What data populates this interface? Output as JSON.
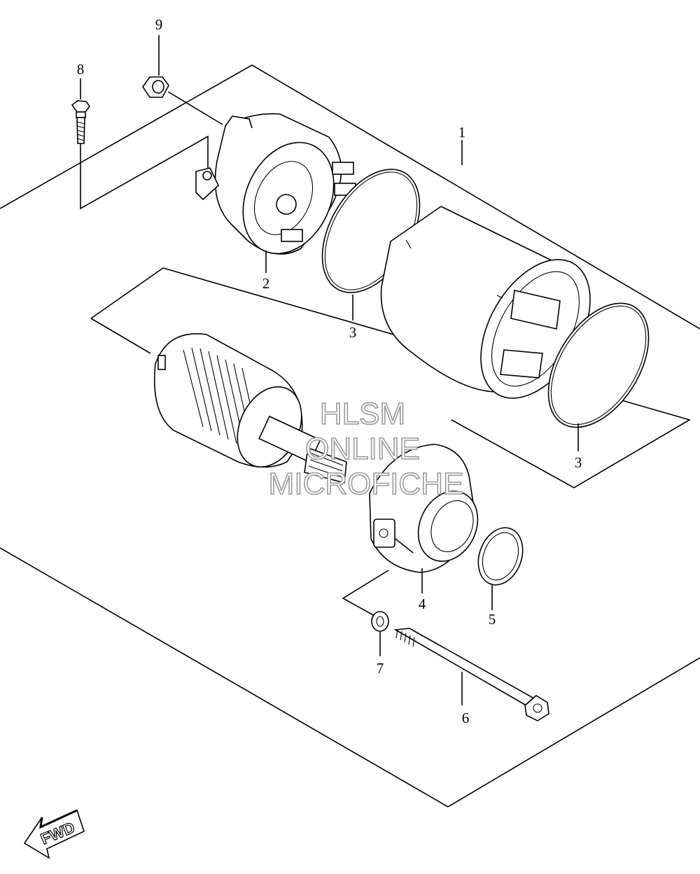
{
  "callouts": {
    "p1": "1",
    "p2": "2",
    "p3a": "3",
    "p3b": "3",
    "p4": "4",
    "p5": "5",
    "p6": "6",
    "p7": "7",
    "p8": "8",
    "p9": "9"
  },
  "watermark": {
    "line1": "HLSM",
    "line2": "ONLINE",
    "line3": "MICROFICHE"
  },
  "fwd_arrow": {
    "label": "FWD"
  }
}
